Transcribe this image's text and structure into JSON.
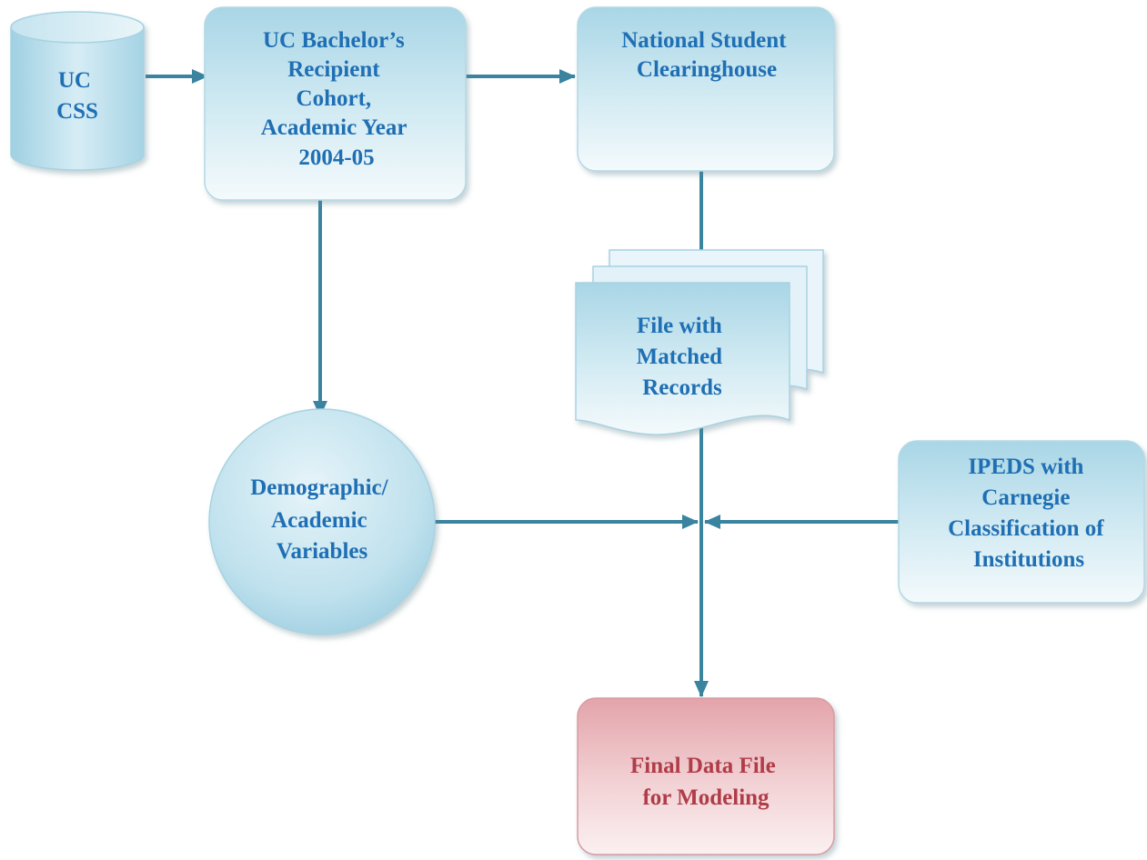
{
  "colors": {
    "text_blue": "#1f6fb4",
    "text_red": "#b03c48",
    "connector": "#3a84a0",
    "box_border": "#b3d8e5",
    "final_border": "#d79aa0"
  },
  "nodes": {
    "uc_css": {
      "lines": [
        "UC",
        "CSS"
      ]
    },
    "cohort": {
      "lines": [
        "UC Bachelor’s",
        "Recipient",
        "Cohort,",
        "Academic Year",
        "2004-05"
      ]
    },
    "clearinghouse": {
      "lines": [
        "National Student",
        "Clearinghouse"
      ]
    },
    "matched_file": {
      "lines": [
        "File with",
        "Matched",
        "Records"
      ]
    },
    "demographic": {
      "lines": [
        "Demographic/",
        "Academic",
        "Variables"
      ]
    },
    "ipeds": {
      "lines": [
        "IPEDS with",
        "Carnegie",
        "Classification of",
        "Institutions"
      ]
    },
    "final": {
      "lines": [
        "Final Data",
        "File",
        "for Modeling"
      ]
    }
  }
}
